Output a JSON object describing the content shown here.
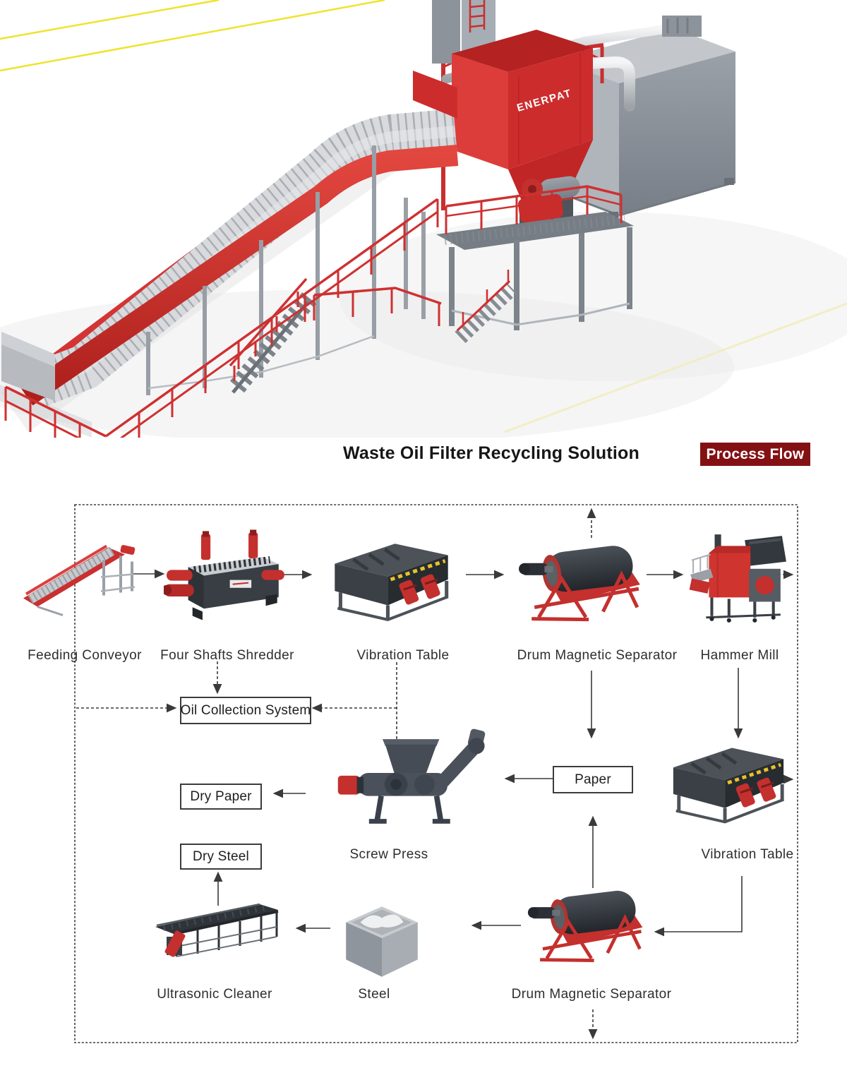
{
  "header": {
    "title": "Waste Oil Filter Recycling Solution",
    "badge": "Process Flow",
    "badge_color": "#831114"
  },
  "hero": {
    "brand": "ENERPAT",
    "scene": "3d-render-of-waste-oil-filter-recycling-line",
    "colors": {
      "machine_red": "#cd2c2c",
      "machine_gray": "#9aa0a8",
      "floor_line_yellow": "#efe32b"
    }
  },
  "flow": {
    "line_color": "#3a3a3a",
    "nodes": [
      {
        "id": "feeding-conveyor",
        "label": "Feeding Conveyor",
        "icon": "feeding-conveyor-icon"
      },
      {
        "id": "four-shafts-shredder",
        "label": "Four Shafts Shredder",
        "icon": "four-shafts-shredder-icon"
      },
      {
        "id": "vibration-table-1",
        "label": "Vibration Table",
        "icon": "vibration-table-icon"
      },
      {
        "id": "drum-magnetic-separator-1",
        "label": "Drum Magnetic Separator",
        "icon": "drum-magnetic-separator-icon"
      },
      {
        "id": "hammer-mill",
        "label": "Hammer Mill",
        "icon": "hammer-mill-icon"
      },
      {
        "id": "screw-press",
        "label": "Screw Press",
        "icon": "screw-press-icon"
      },
      {
        "id": "vibration-table-2",
        "label": "Vibration Table",
        "icon": "vibration-table-icon"
      },
      {
        "id": "ultrasonic-cleaner",
        "label": "Ultrasonic Cleaner",
        "icon": "ultrasonic-cleaner-icon"
      },
      {
        "id": "steel",
        "label": "Steel",
        "icon": "steel-cube-icon"
      },
      {
        "id": "drum-magnetic-separator-2",
        "label": "Drum Magnetic Separator",
        "icon": "drum-magnetic-separator-icon"
      }
    ],
    "boxes": [
      {
        "id": "oil-collection-system",
        "label": "Oil Collection System"
      },
      {
        "id": "dry-paper",
        "label": "Dry Paper"
      },
      {
        "id": "dry-steel",
        "label": "Dry Steel"
      },
      {
        "id": "paper",
        "label": "Paper"
      }
    ]
  }
}
